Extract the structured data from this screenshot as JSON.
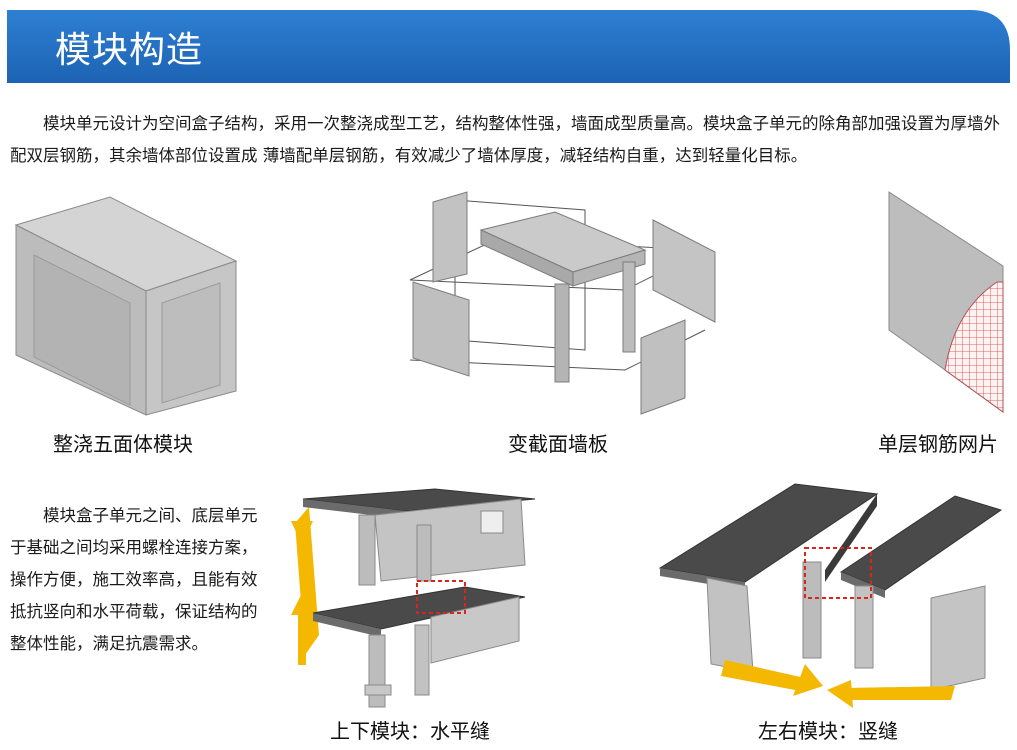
{
  "header": {
    "title": "模块构造"
  },
  "intro": {
    "text": "模块单元设计为空间盒子结构，采用一次整浇成型工艺，结构整体性强，墙面成型质量高。模块盒子单元的除角部加强设置为厚墙外配双层钢筋，其余墙体部位设置成 薄墙配单层钢筋，有效减少了墙体厚度，减轻结构自重，达到轻量化目标。"
  },
  "figures": {
    "box_module": {
      "caption": "整浇五面体模块"
    },
    "wall_panel": {
      "caption": "变截面墙板"
    },
    "mesh": {
      "caption": "单层钢筋网片"
    },
    "vertical_joint": {
      "caption": "上下模块：水平缝"
    },
    "horizontal_joint": {
      "caption": "左右模块：竖缝"
    }
  },
  "connection": {
    "text": "模块盒子单元之间、底层单元于基础之间均采用螺栓连接方案，操作方便，施工效率高，且能有效抵抗竖向和水平荷载，保证结构的整体性能，满足抗震需求。"
  },
  "colors": {
    "banner": "#1f6fc2",
    "arrow": "#f5b800",
    "highlight": "#d9261c",
    "concrete": "#b9b9b9",
    "slab": "#4a4a4a"
  }
}
